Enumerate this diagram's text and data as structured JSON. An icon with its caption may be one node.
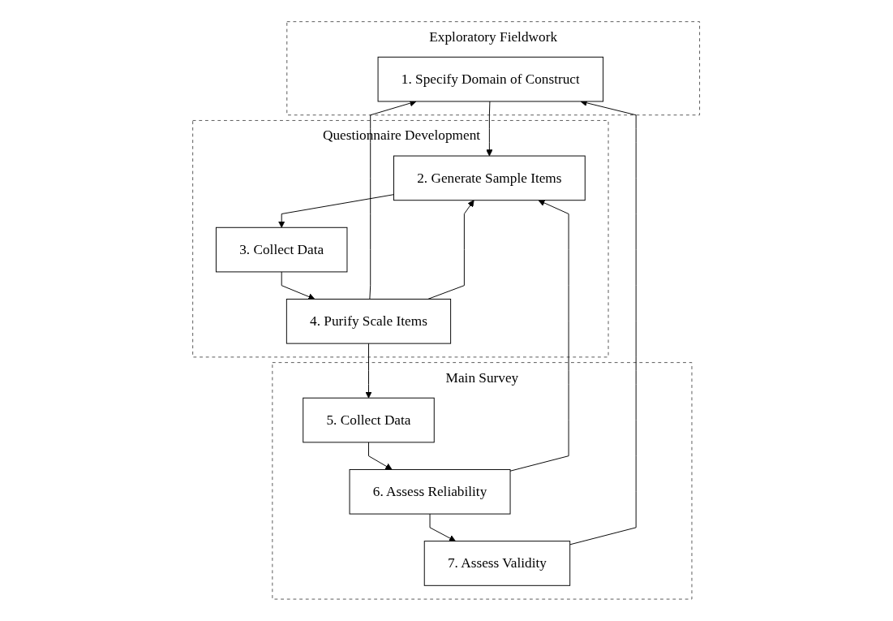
{
  "diagram": {
    "nodes": [
      {
        "text": [
          "Exploratory Fieldwork"
        ]
      },
      {
        "text": [
          "1. Specify Domain of Construct"
        ],
        "in": 0
      },
      {
        "text": [
          "Questionnaire Development"
        ]
      },
      {
        "text": [
          "2. Generate Sample Items"
        ],
        "in": 2
      },
      {
        "text": [
          "3. Collect Data"
        ],
        "in": 2
      },
      {
        "text": [
          "4. Purify Scale Items"
        ],
        "in": 2
      },
      {
        "text": [
          "Main Survey"
        ]
      },
      {
        "text": [
          "5. Collect Data"
        ],
        "in": 6
      },
      {
        "text": [
          "6. Assess Reliability"
        ],
        "in": 6
      },
      {
        "text": [
          "7. Assess Validity"
        ],
        "in": 6
      }
    ],
    "edges": [
      {
        "from": 1,
        "to": 3,
        "arrow": "to"
      },
      {
        "from": 3,
        "to": 4,
        "arrow": "to"
      },
      {
        "from": 4,
        "to": 5,
        "arrow": "to"
      },
      {
        "from": 5,
        "to": 7,
        "arrow": "to"
      },
      {
        "from": 7,
        "to": 8,
        "arrow": "to"
      },
      {
        "from": 8,
        "to": 9,
        "arrow": "to"
      },
      {
        "from": 5,
        "to": 1,
        "arrow": "to"
      },
      {
        "from": 5,
        "to": 3,
        "arrow": "to"
      },
      {
        "from": 8,
        "to": 3,
        "arrow": "to"
      },
      {
        "from": 9,
        "to": 1,
        "arrow": "to"
      }
    ]
  }
}
